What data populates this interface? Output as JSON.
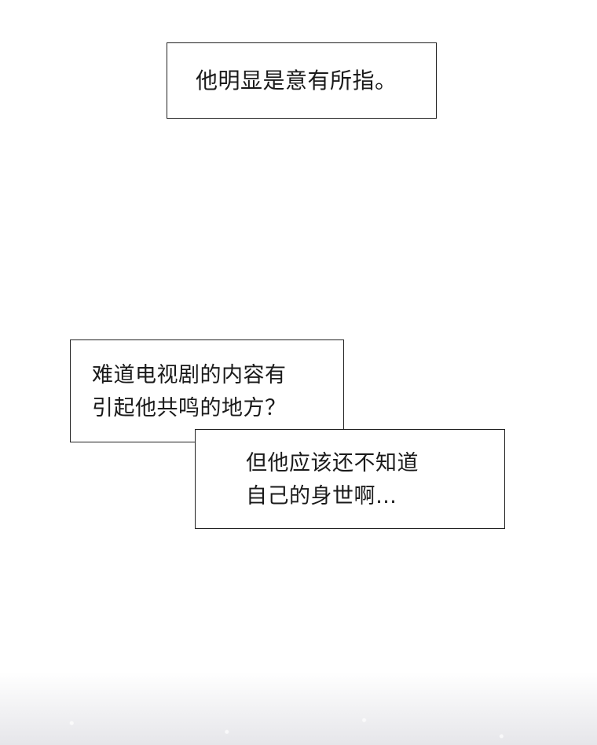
{
  "captions": [
    {
      "lines": [
        "他明显是意有所指。"
      ]
    },
    {
      "lines": [
        "难道电视剧的内容有",
        "引起他共鸣的地方？"
      ]
    },
    {
      "lines": [
        "但他应该还不知道",
        "自己的身世啊…"
      ]
    }
  ]
}
